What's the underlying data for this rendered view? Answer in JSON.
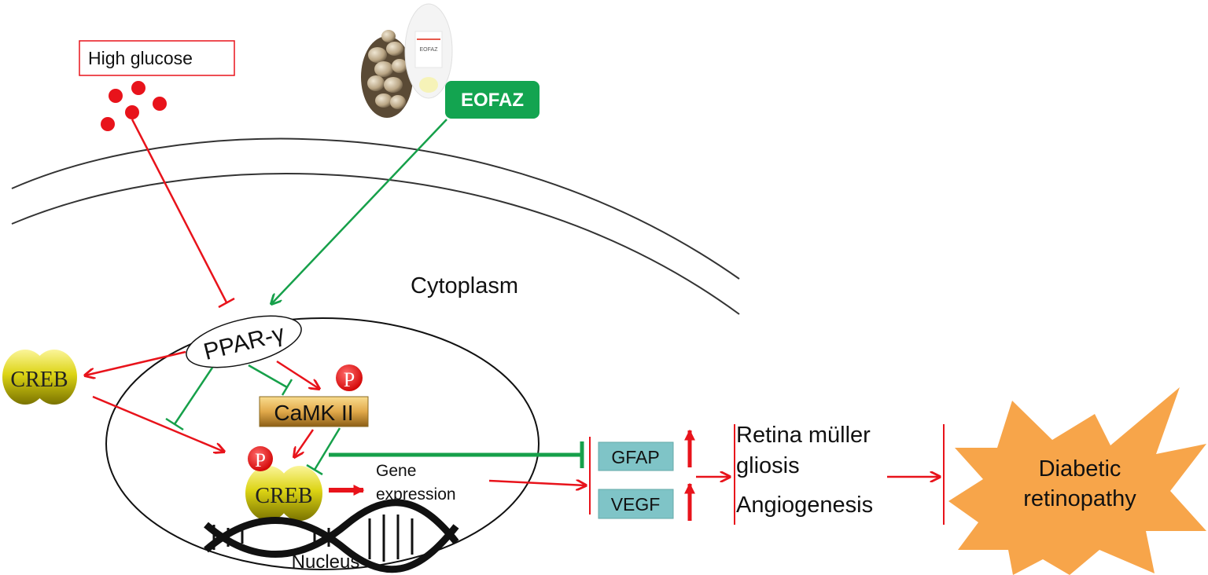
{
  "labels": {
    "high_glucose": "High glucose",
    "eofaz": "EOFAZ",
    "bottle_label": "EOFAZ",
    "cytoplasm": "Cytoplasm",
    "ppar": "PPAR-γ",
    "creb_outer": "CREB",
    "creb_inner": "CREB",
    "phospho_camk": "P",
    "phospho_creb": "P",
    "camk": "CaMK II",
    "gene_expression_line1": "Gene",
    "gene_expression_line2": "expression",
    "gfap": "GFAP",
    "vegf": "VEGF",
    "retina_line1": "Retina müller",
    "retina_line2": "gliosis",
    "angiogenesis": "Angiogenesis",
    "diabetic_line1": "Diabetic",
    "diabetic_line2": "retinopathy",
    "nucleus": "Nucleus"
  },
  "colors": {
    "activation": "#e8131b",
    "inhibition": "#16a04a",
    "eofaz_box": "#13a450",
    "marker_box": "#7fc4c7",
    "starburst": "#f7a54a",
    "creb_yellow": "#d9cf10",
    "camk_top": "#f7d98a",
    "camk_bottom": "#9a6a1a"
  }
}
